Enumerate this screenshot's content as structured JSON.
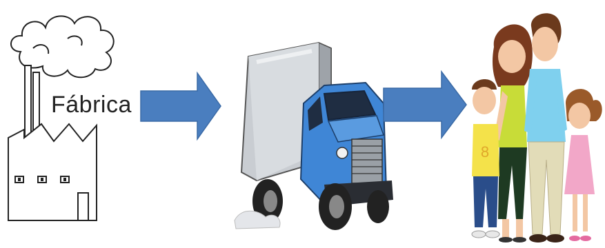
{
  "factory": {
    "label": "Fábrica",
    "icon": "factory-icon"
  },
  "flow": [
    {
      "id": "factory",
      "icon": "factory-icon"
    },
    {
      "id": "truck",
      "icon": "truck-icon"
    },
    {
      "id": "family",
      "icon": "family-icon"
    }
  ],
  "arrows": {
    "color": "#4a7ebf",
    "outline": "#3a6aa6"
  },
  "colors": {
    "truck_cab": "#3f86d6",
    "truck_box": "#c9cdd2",
    "mother_top": "#c8dc38",
    "father_shirt": "#7fd0ee",
    "girl_dress": "#f2a7c8",
    "boy_shirt": "#f4e24a"
  }
}
